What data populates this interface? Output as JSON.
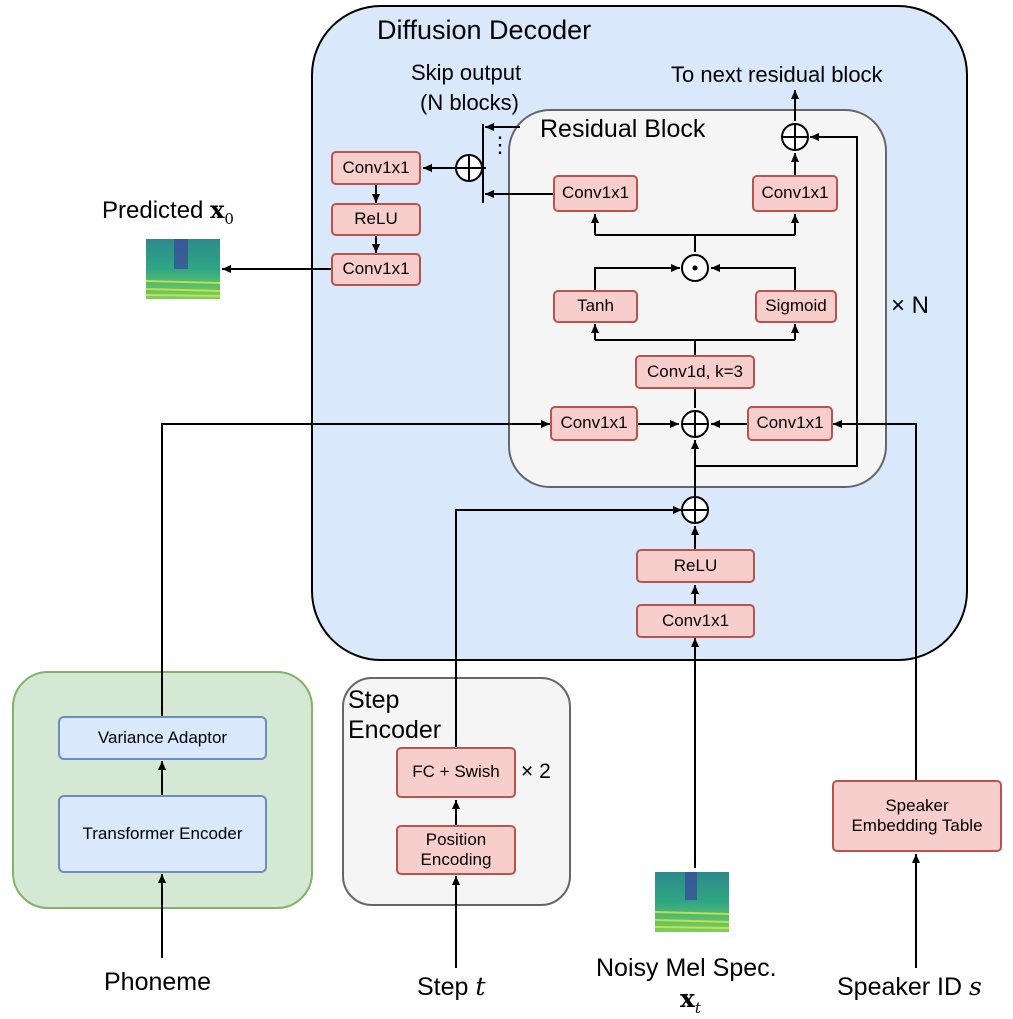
{
  "panels": {
    "diffusion_decoder": "Diffusion Decoder",
    "residual_block": "Residual Block",
    "step_encoder": "Step\nEncoder"
  },
  "labels": {
    "skip_output_line1": "Skip output",
    "skip_output_line2": "(N blocks)",
    "to_next": "To next residual block",
    "predicted": "Predicted ",
    "predicted_math": "x",
    "predicted_sub": "0",
    "times_n": "× N",
    "times_2": "× 2",
    "phoneme": "Phoneme",
    "step": "Step ",
    "step_math": "t",
    "noisy_mel": "Noisy Mel Spec.",
    "noisy_math": "x",
    "noisy_sub": "t",
    "speaker_id": "Speaker ID ",
    "speaker_math": "s",
    "ellipsis": "⋮"
  },
  "blocks": {
    "skip_conv_top": "Conv1x1",
    "skip_relu": "ReLU",
    "skip_conv_bottom": "Conv1x1",
    "res_conv_skip": "Conv1x1",
    "res_conv_out": "Conv1x1",
    "tanh": "Tanh",
    "sigmoid": "Sigmoid",
    "conv1d": "Conv1d, k=3",
    "cond_conv_left": "Conv1x1",
    "cond_conv_right": "Conv1x1",
    "in_relu": "ReLU",
    "in_conv": "Conv1x1",
    "variance_adaptor": "Variance Adaptor",
    "transformer_encoder": "Transformer Encoder",
    "fc_swish": "FC + Swish",
    "position_encoding": "Position\nEncoding",
    "speaker_embedding": "Speaker\nEmbedding Table"
  },
  "operators": {
    "sum_symbol": "⊕",
    "product_symbol": "⊙"
  },
  "colors": {
    "decoder_fill": "#dae8fc",
    "residual_fill": "#f5f5f5",
    "encoder_fill": "#d5e8d4",
    "step_fill": "#f5f5f5",
    "block_red": "#f8cecc",
    "block_blue": "#dae8fc"
  }
}
